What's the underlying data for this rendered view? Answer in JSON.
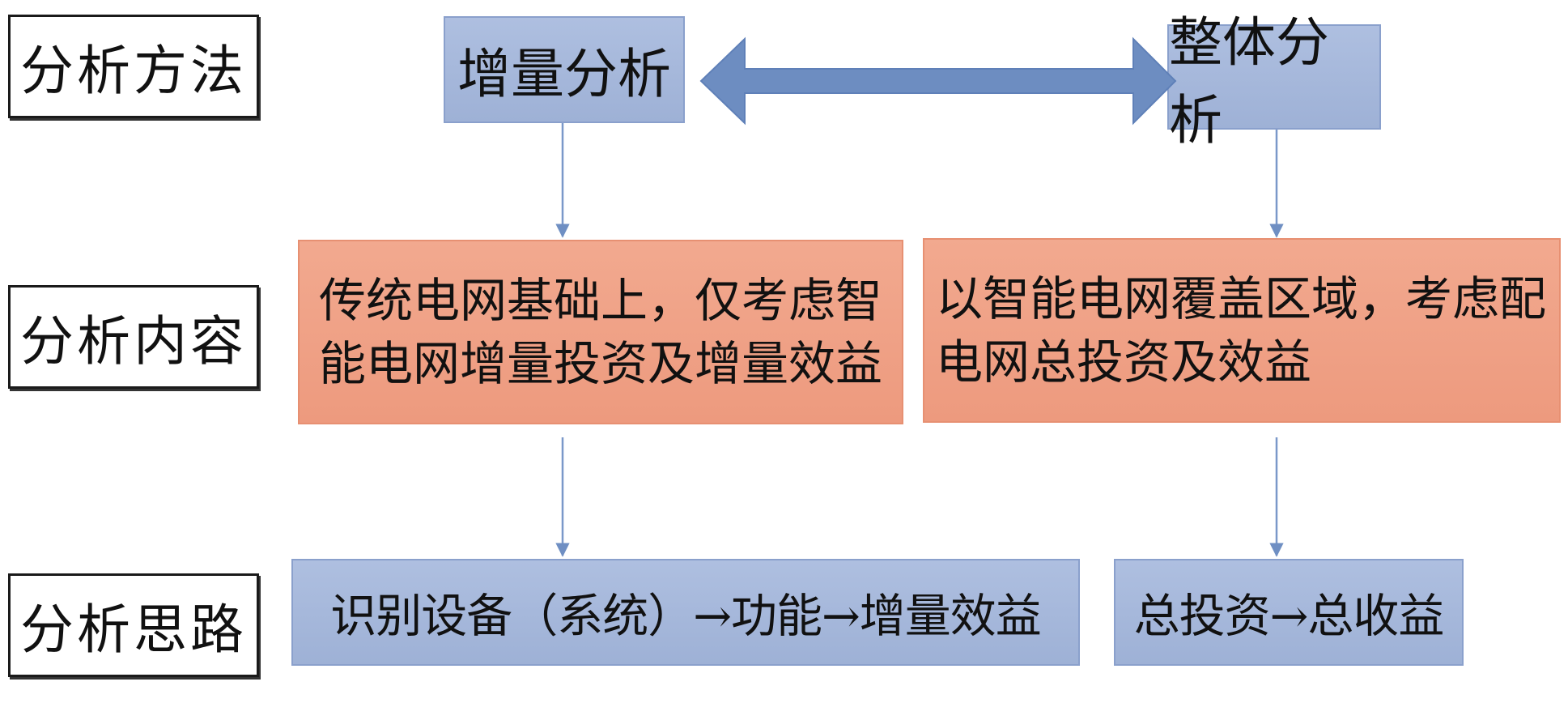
{
  "labels": {
    "method": "分析方法",
    "content": "分析内容",
    "approach": "分析思路"
  },
  "methods": {
    "incremental": "增量分析",
    "overall": "整体分析"
  },
  "content": {
    "incremental_line1": "传统电网基础上，仅考虑智",
    "incremental_line2": "能电网增量投资及增量效益",
    "overall_line1": "以智能电网覆盖区域，考虑配",
    "overall_line2": "电网总投资及效益"
  },
  "approach": {
    "incremental": "识别设备（系统）→功能→增量效益",
    "overall": "总投资→总收益"
  },
  "colors": {
    "blue_box": "#a8bbe0",
    "orange_box": "#f0a286",
    "arrow": "#6f8fc3"
  }
}
